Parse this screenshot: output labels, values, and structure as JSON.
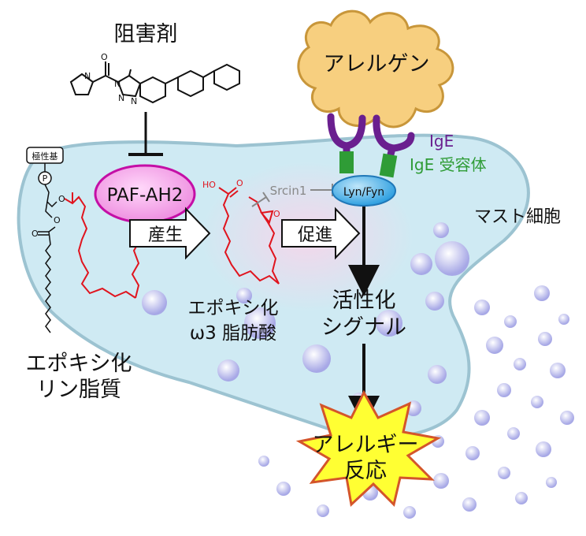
{
  "inhibitor_label": "阻害剤",
  "enzyme_label": "PAF-AH2",
  "polar_head_label": "極性基",
  "phosphate_label": "P",
  "epoxy_lipid_label": [
    "エポキシ化",
    "リン脂質"
  ],
  "produce_label": "産生",
  "epoxy_fa_label": [
    "エポキシ化",
    "ω3 脂肪酸"
  ],
  "ho_label": "HO",
  "carbonyl_o_label": "O",
  "epoxide_o_label": "O",
  "promote_label": "促進",
  "srcin_label": "Srcin1",
  "lyn_label": "Lyn/Fyn",
  "allergen_label": "アレルゲン",
  "ige_label": "IgE",
  "ige_receptor_label": "IgE 受容体",
  "mast_cell_label": "マスト細胞",
  "signal_label": [
    "活性化",
    "シグナル"
  ],
  "reaction_label": [
    "アレルギー",
    "反応"
  ],
  "colors": {
    "cell_fill": "#cfeaf3",
    "cell_stroke": "#9cc3d1",
    "granule": "#a7a8e6",
    "enzyme_fill": "#f2a5e8",
    "enzyme_stroke": "#c40fa6",
    "allergen_fill": "#f7cf7f",
    "allergen_stroke": "#c8963a",
    "ige": "#6a1f8f",
    "receptor": "#2f9c36",
    "lyn_fill": "#43b3e8",
    "molecule_red": "#e0141e",
    "starburst_fill": "#ffff33",
    "starburst_stroke": "#d4552a"
  }
}
